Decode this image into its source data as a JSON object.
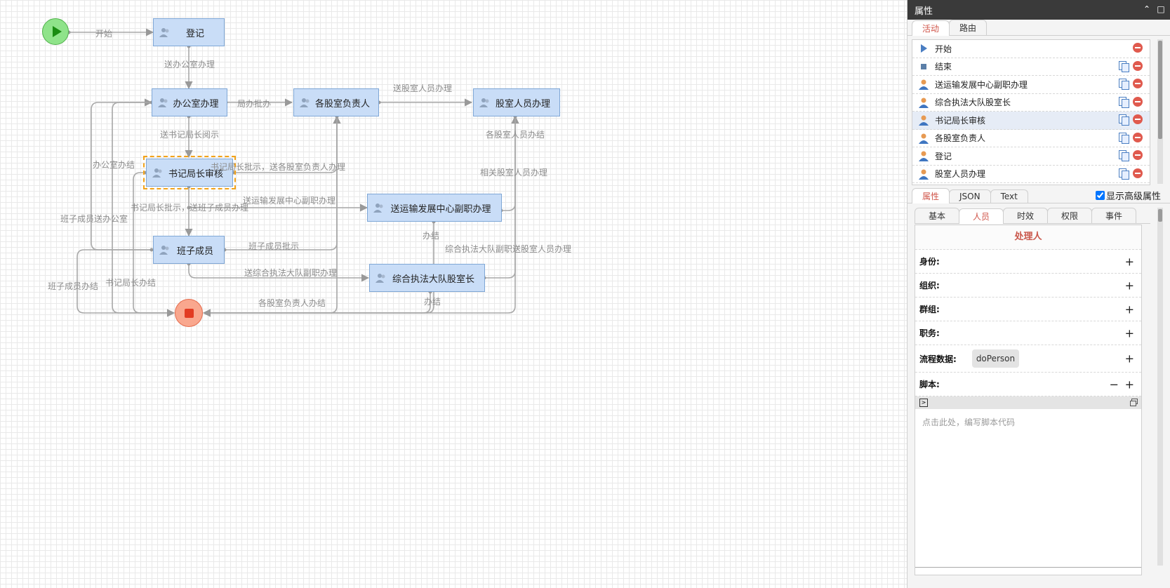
{
  "canvas": {
    "nodes": {
      "dengji": "登记",
      "bangongshi": "办公室办理",
      "gegushi": "各股室负责人",
      "gushirenyuan": "股室人员办理",
      "shuji": "书记局长审核",
      "songyunshu": "送运输发展中心副职办理",
      "banzi": "班子成员",
      "zonghe": "综合执法大队股室长"
    },
    "edge_labels": {
      "kaishi": "开始",
      "song_bangongshi": "送办公室办理",
      "juban_pishi": "局办批办",
      "song_gushi_renyuan": "送股室人员办理",
      "song_shuji_yueshi": "送书记局长阅示",
      "gegushi_banjie": "各股室人员办结",
      "bangongshi_banjie": "办公室办结",
      "shuji_pishi_gegushi": "书记局长批示，送各股室负责人办理",
      "xiangguan_gushi": "相关股室人员办理",
      "song_yunshu_fuzhi": "送运输发展中心副职办理",
      "shuji_pishi_banzi": "书记局长批示，送班子成员办理",
      "banzi_song_bangongshi": "班子成员送办公室",
      "banjie_1": "办结",
      "zonghe_fuzhi_song": "综合执法大队副职送股室人员办理",
      "banzi_pishi": "班子成员批示",
      "song_zonghe_fuzhi": "送综合执法大队副职办理",
      "banzi_banjie": "班子成员办结",
      "shuji_banjie": "书记局长办结",
      "gegushi_fuzeren_banjie": "各股室负责人办结",
      "banjie_2": "办结"
    }
  },
  "panel": {
    "title": "属性",
    "top_tabs": [
      "活动",
      "路由"
    ],
    "activities": [
      {
        "label": "开始",
        "icon": "play-icon"
      },
      {
        "label": "结束",
        "icon": "stop-icon"
      },
      {
        "label": "送运输发展中心副职办理",
        "icon": "user-icon"
      },
      {
        "label": "综合执法大队股室长",
        "icon": "user-icon"
      },
      {
        "label": "书记局长审核",
        "icon": "user-icon"
      },
      {
        "label": "各股室负责人",
        "icon": "user-icon"
      },
      {
        "label": "登记",
        "icon": "user-icon"
      },
      {
        "label": "股室人员办理",
        "icon": "user-icon"
      }
    ],
    "view_tabs": [
      "属性",
      "JSON",
      "Text"
    ],
    "advanced_label": "显示高级属性",
    "prop_tabs": [
      "基本",
      "人员",
      "时效",
      "权限",
      "事件"
    ],
    "section_title": "处理人",
    "rows": {
      "identity": "身份:",
      "org": "组织:",
      "group": "群组:",
      "duty": "职务:",
      "flow_data": "流程数据:",
      "flow_chip": "doPerson",
      "script": "脚本:"
    },
    "script_placeholder": "点击此处，编写脚本代码",
    "plus": "+",
    "minus": "−"
  }
}
